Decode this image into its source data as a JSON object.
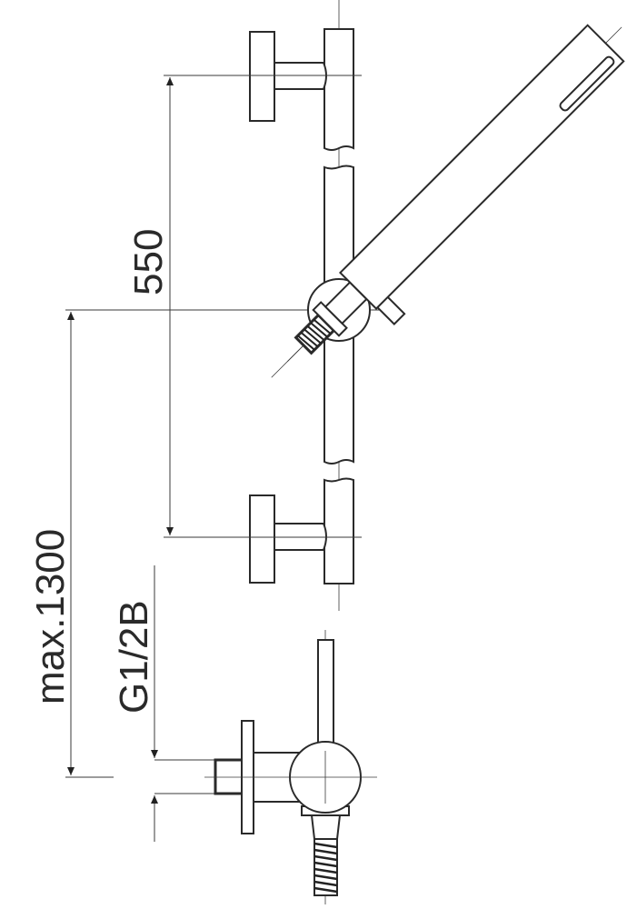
{
  "drawing": {
    "title": "Shower set technical drawing",
    "dimensions": {
      "rail_bracket_spacing": "550",
      "max_height": "max.1300",
      "connection_thread": "G1/2B"
    }
  }
}
